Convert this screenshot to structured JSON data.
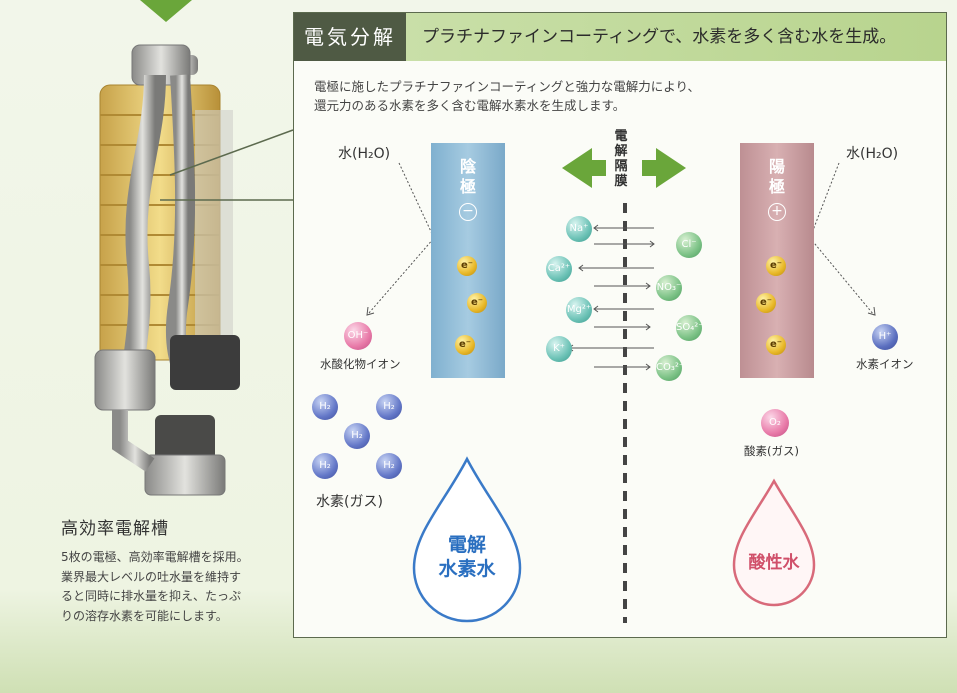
{
  "device": {
    "title": "高効率電解槽",
    "description": "5枚の電極、高効率電解槽を採用。業界最大レベルの吐水量を維持すると同時に排水量を抑え、たっぷりの溶存水素を可能にします。"
  },
  "header": {
    "tag": "電気分解",
    "text": "プラチナファインコーティングで、水素を多く含む水を生成。"
  },
  "intro": {
    "line1": "電極に施したプラチナファインコーティングと強力な電解力により、",
    "line2": "還元力のある水素を多く含む電解水素水を生成します。"
  },
  "water_left": "水(H₂O)",
  "water_right": "水(H₂O)",
  "cathode": {
    "c1": "陰",
    "c2": "極",
    "sym": "−"
  },
  "anode": {
    "c1": "陽",
    "c2": "極",
    "sym": "+"
  },
  "electron": "e⁻",
  "membrane": {
    "c1": "電",
    "c2": "解",
    "c3": "隔",
    "c4": "膜"
  },
  "left_ions": [
    "Na⁺",
    "Ca²⁺",
    "Mg²⁺",
    "K⁺"
  ],
  "right_ions": [
    "Cl⁻",
    "NO₃⁻",
    "SO₄²⁻",
    "CO₃²⁻"
  ],
  "oh": {
    "symbol": "OH⁻",
    "label": "水酸化物イオン"
  },
  "hplus": {
    "symbol": "H⁺",
    "label": "水素イオン"
  },
  "h2": {
    "symbol": "H₂",
    "label": "水素(ガス)"
  },
  "o2": {
    "symbol": "O₂",
    "label": "酸素(ガス)"
  },
  "drop_left": {
    "l1": "電解",
    "l2": "水素水"
  },
  "drop_right": {
    "l1": "酸性水"
  },
  "colors": {
    "header_tag": "#4f5a44",
    "header_bar": "#c0da9a",
    "arrow_green": "#6aa63a",
    "blue_drop": "#2a6fc0",
    "pink_drop": "#d0506a"
  }
}
